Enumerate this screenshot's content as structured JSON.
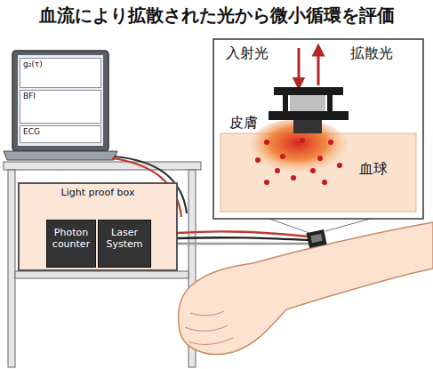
{
  "diagram": {
    "title": "血流により拡散された光から微小循環を評価",
    "nodes": [
      {
        "text": [
          "g₂(τ)"
        ]
      },
      {
        "text": [
          "BFI"
        ]
      },
      {
        "text": [
          "ECG"
        ]
      },
      {
        "text": [
          "Light proof box"
        ]
      },
      {
        "text": [
          "Photon counter"
        ],
        "in": 3
      },
      {
        "text": [
          "Laser System"
        ],
        "in": 3
      }
    ],
    "labels": [
      "入射光",
      "拡散光",
      "皮膚",
      "血球"
    ]
  }
}
